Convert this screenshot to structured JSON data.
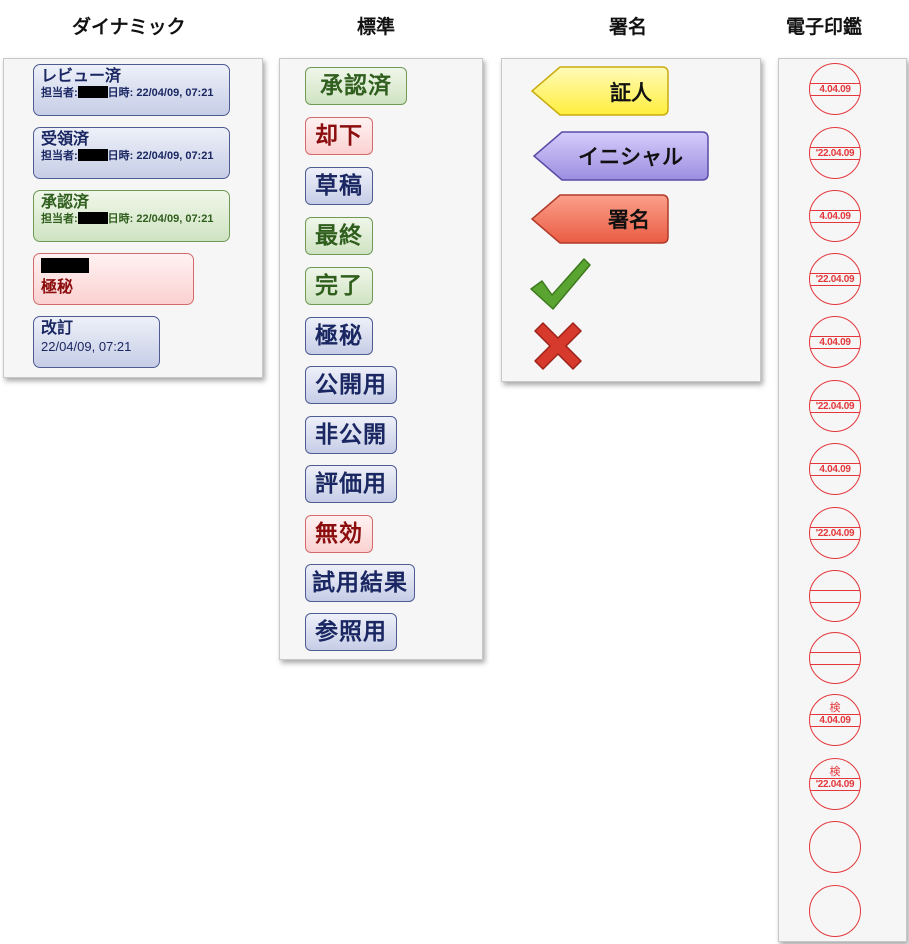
{
  "columns": {
    "dynamic": "ダイナミック",
    "standard": "標準",
    "signature": "署名",
    "seal": "電子印鑑"
  },
  "dynamic_stamps": [
    {
      "title": "レビュー済",
      "sub_prefix": "担当者:",
      "sub_suffix": "日時: 22/04/09, 07:21",
      "color": "blue"
    },
    {
      "title": "受領済",
      "sub_prefix": "担当者:",
      "sub_suffix": "日時: 22/04/09, 07:21",
      "color": "blue"
    },
    {
      "title": "承認済",
      "sub_prefix": "担当者:",
      "sub_suffix": "日時: 22/04/09, 07:21",
      "color": "green"
    },
    {
      "title": "極秘",
      "color": "red"
    },
    {
      "title": "改訂",
      "sub": "22/04/09, 07:21",
      "color": "blue"
    }
  ],
  "standard_stamps": [
    {
      "label": "承認済",
      "color": "green"
    },
    {
      "label": "却下",
      "color": "red"
    },
    {
      "label": "草稿",
      "color": "blue"
    },
    {
      "label": "最終",
      "color": "green"
    },
    {
      "label": "完了",
      "color": "green"
    },
    {
      "label": "極秘",
      "color": "blue"
    },
    {
      "label": "公開用",
      "color": "blue"
    },
    {
      "label": "非公開",
      "color": "blue"
    },
    {
      "label": "評価用",
      "color": "blue"
    },
    {
      "label": "無効",
      "color": "red"
    },
    {
      "label": "試用結果",
      "color": "blue"
    },
    {
      "label": "参照用",
      "color": "blue"
    }
  ],
  "signature_stamps": [
    {
      "label": "証人",
      "fill": "#fff35a",
      "stroke": "#c9ab10"
    },
    {
      "label": "イニシャル",
      "fill": "#b5a9ee",
      "stroke": "#5a4aa6"
    },
    {
      "label": "署名",
      "fill": "#f37b63",
      "stroke": "#b13a2a"
    },
    {
      "icon": "check-icon",
      "color": "#5aa531"
    },
    {
      "icon": "cross-icon",
      "color": "#d63a2d"
    }
  ],
  "seals": [
    {
      "date": "4.04.09",
      "type": "date"
    },
    {
      "date": "'22.04.09",
      "type": "date"
    },
    {
      "date": "4.04.09",
      "type": "date"
    },
    {
      "date": "'22.04.09",
      "type": "date"
    },
    {
      "date": "4.04.09",
      "type": "date"
    },
    {
      "date": "'22.04.09",
      "type": "date"
    },
    {
      "date": "4.04.09",
      "type": "date"
    },
    {
      "date": "'22.04.09",
      "type": "date"
    },
    {
      "type": "blank-lines"
    },
    {
      "type": "blank-lines"
    },
    {
      "kanji": "検",
      "date": "4.04.09",
      "type": "kanji-date"
    },
    {
      "kanji": "検",
      "date": "'22.04.09",
      "type": "kanji-date"
    },
    {
      "type": "plain"
    },
    {
      "type": "plain"
    }
  ],
  "colors": {
    "seal_red": "#e3373b"
  }
}
